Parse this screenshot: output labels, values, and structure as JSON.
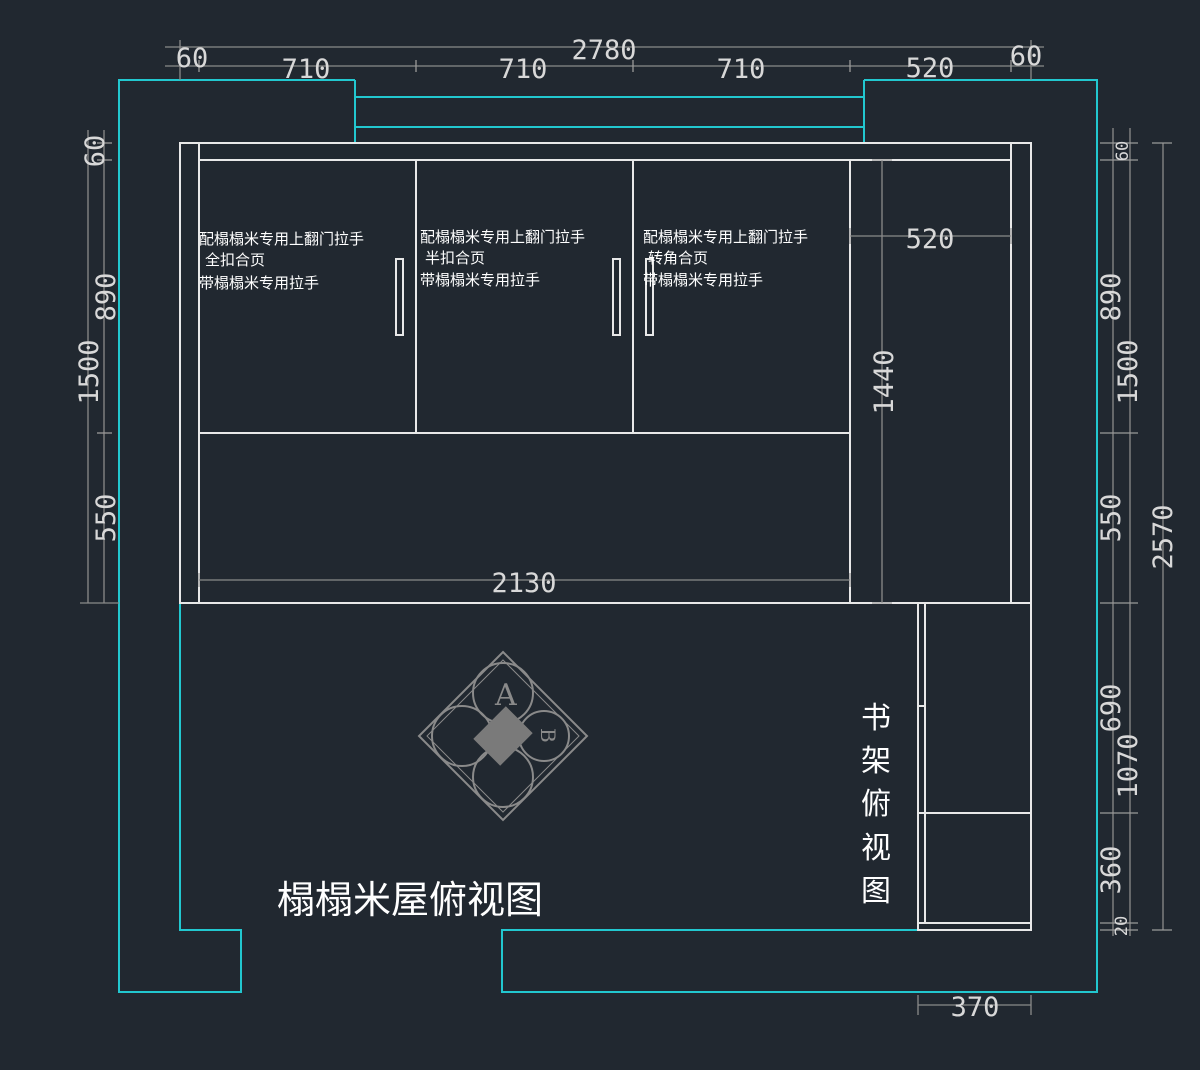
{
  "drawing": {
    "title": "榻榻米屋俯视图",
    "bookshelf_label": [
      "书",
      "架",
      "俯",
      "视",
      "图"
    ],
    "lift_table_letters": [
      "A",
      "B"
    ]
  },
  "dimensions": {
    "top": {
      "overall": "2780",
      "segments": [
        "60",
        "710",
        "710",
        "710",
        "520",
        "60"
      ]
    },
    "left": [
      "60",
      "890",
      "1500",
      "550"
    ],
    "right": [
      "60",
      "890",
      "1500",
      "550",
      "690",
      "1070",
      "360",
      "20"
    ],
    "right_overall": "2570",
    "inner_width": "2130",
    "inner_height": "1440",
    "wardrobe_depth": "520",
    "bookshelf_depth": "370"
  },
  "cabinet_notes": [
    [
      "配榻榻米专用上翻门拉手",
      "全扣合页",
      "带榻榻米专用拉手"
    ],
    [
      "配榻榻米专用上翻门拉手",
      "半扣合页",
      "带榻榻米专用拉手"
    ],
    [
      "配榻榻米专用上翻门拉手",
      "转角合页",
      "带榻榻米专用拉手"
    ]
  ],
  "colors": {
    "background": "#212830",
    "wall": "#22c7cf",
    "furniture": "#e8e8e8",
    "dimension": "#8a8a8a"
  }
}
